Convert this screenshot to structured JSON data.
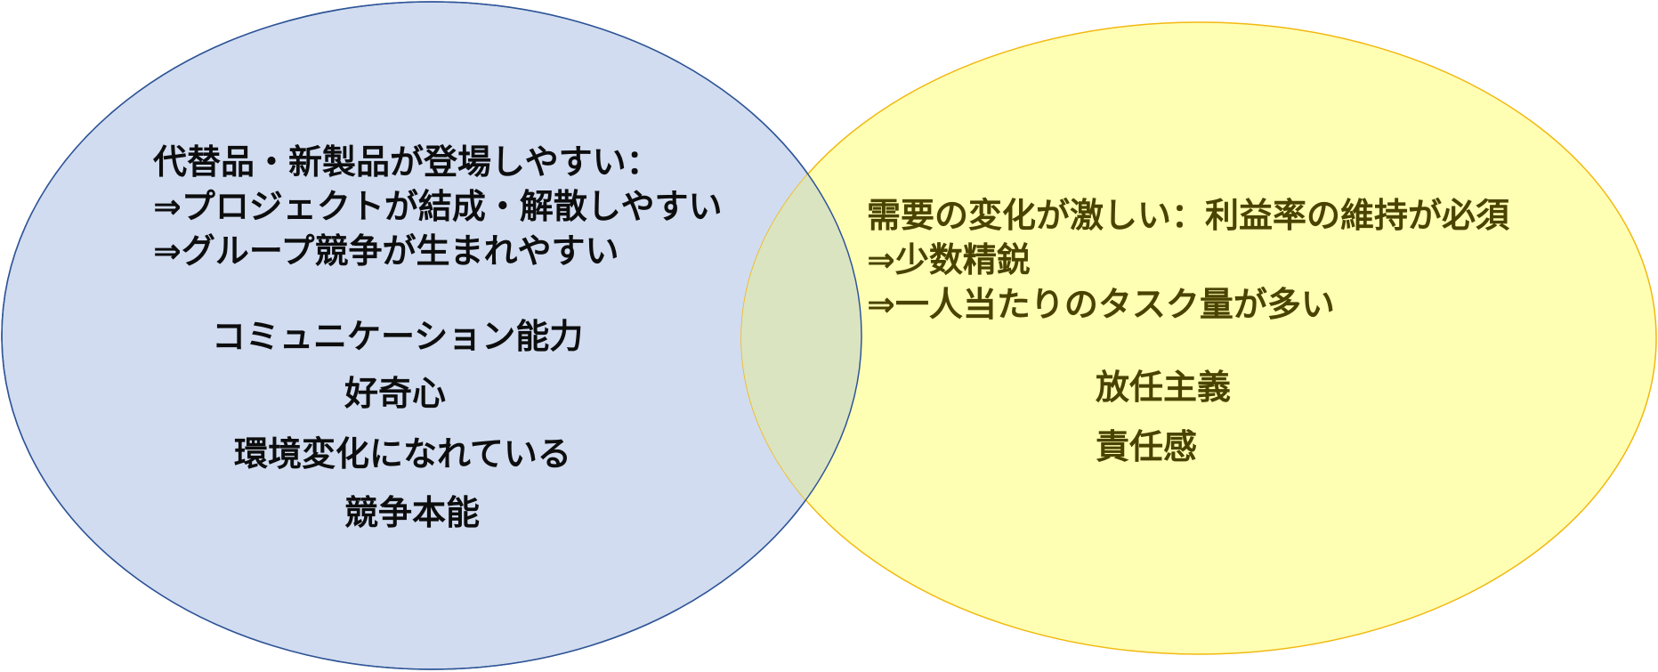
{
  "colors": {
    "left_fill": "#d1dcf0",
    "left_stroke": "#2f5597",
    "right_fill": "#ffffb4",
    "right_stroke": "#f2b80f",
    "overlap_fill": "#dbe4c1",
    "left_text": "#0d0d0d",
    "right_text": "#4a4300"
  },
  "left_circle": {
    "header_lines": [
      "代替品・新製品が登場しやすい：",
      "⇒プロジェクトが結成・解散しやすい",
      "⇒グループ競争が生まれやすい"
    ],
    "traits": [
      "コミュニケーション能力",
      "好奇心",
      "環境変化になれている",
      "競争本能"
    ]
  },
  "right_circle": {
    "header_lines": [
      "需要の変化が激しい：利益率の維持が必須",
      "⇒少数精鋭",
      "⇒一人当たりのタスク量が多い"
    ],
    "traits": [
      "放任主義",
      "責任感"
    ]
  }
}
